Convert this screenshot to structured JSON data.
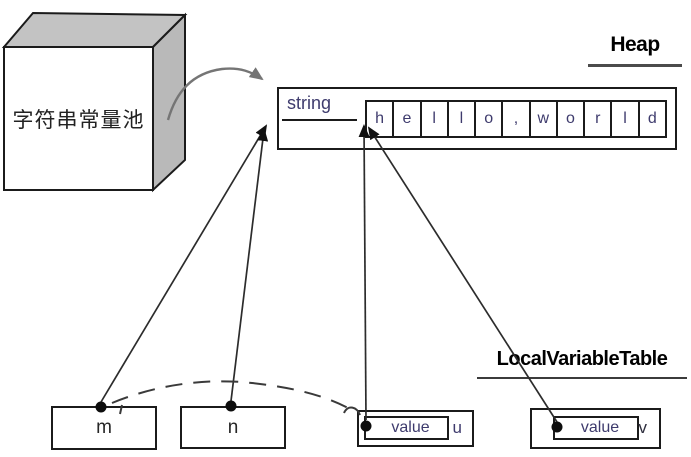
{
  "pool": {
    "label": "字符串常量池"
  },
  "heap": {
    "section_label": "Heap",
    "entry_label": "string",
    "chars": [
      "h",
      "e",
      "l",
      "l",
      "o",
      ",",
      "w",
      "o",
      "r",
      "l",
      "d"
    ],
    "string_value": "hello,world"
  },
  "lvt": {
    "section_label": "LocalVariableTable",
    "vars": [
      {
        "name": "m"
      },
      {
        "name": "n"
      },
      {
        "field": "value",
        "name": "u"
      },
      {
        "field": "value",
        "name": "v"
      }
    ]
  },
  "colors": {
    "letter_purple": "#3e3b6d",
    "box_border": "#1b1b1b",
    "cube_top_gray": "#c3c3c3",
    "cube_side_gray": "#b9b9b9",
    "arrow_gray": "#757575",
    "line_black": "#2c2c2c"
  }
}
